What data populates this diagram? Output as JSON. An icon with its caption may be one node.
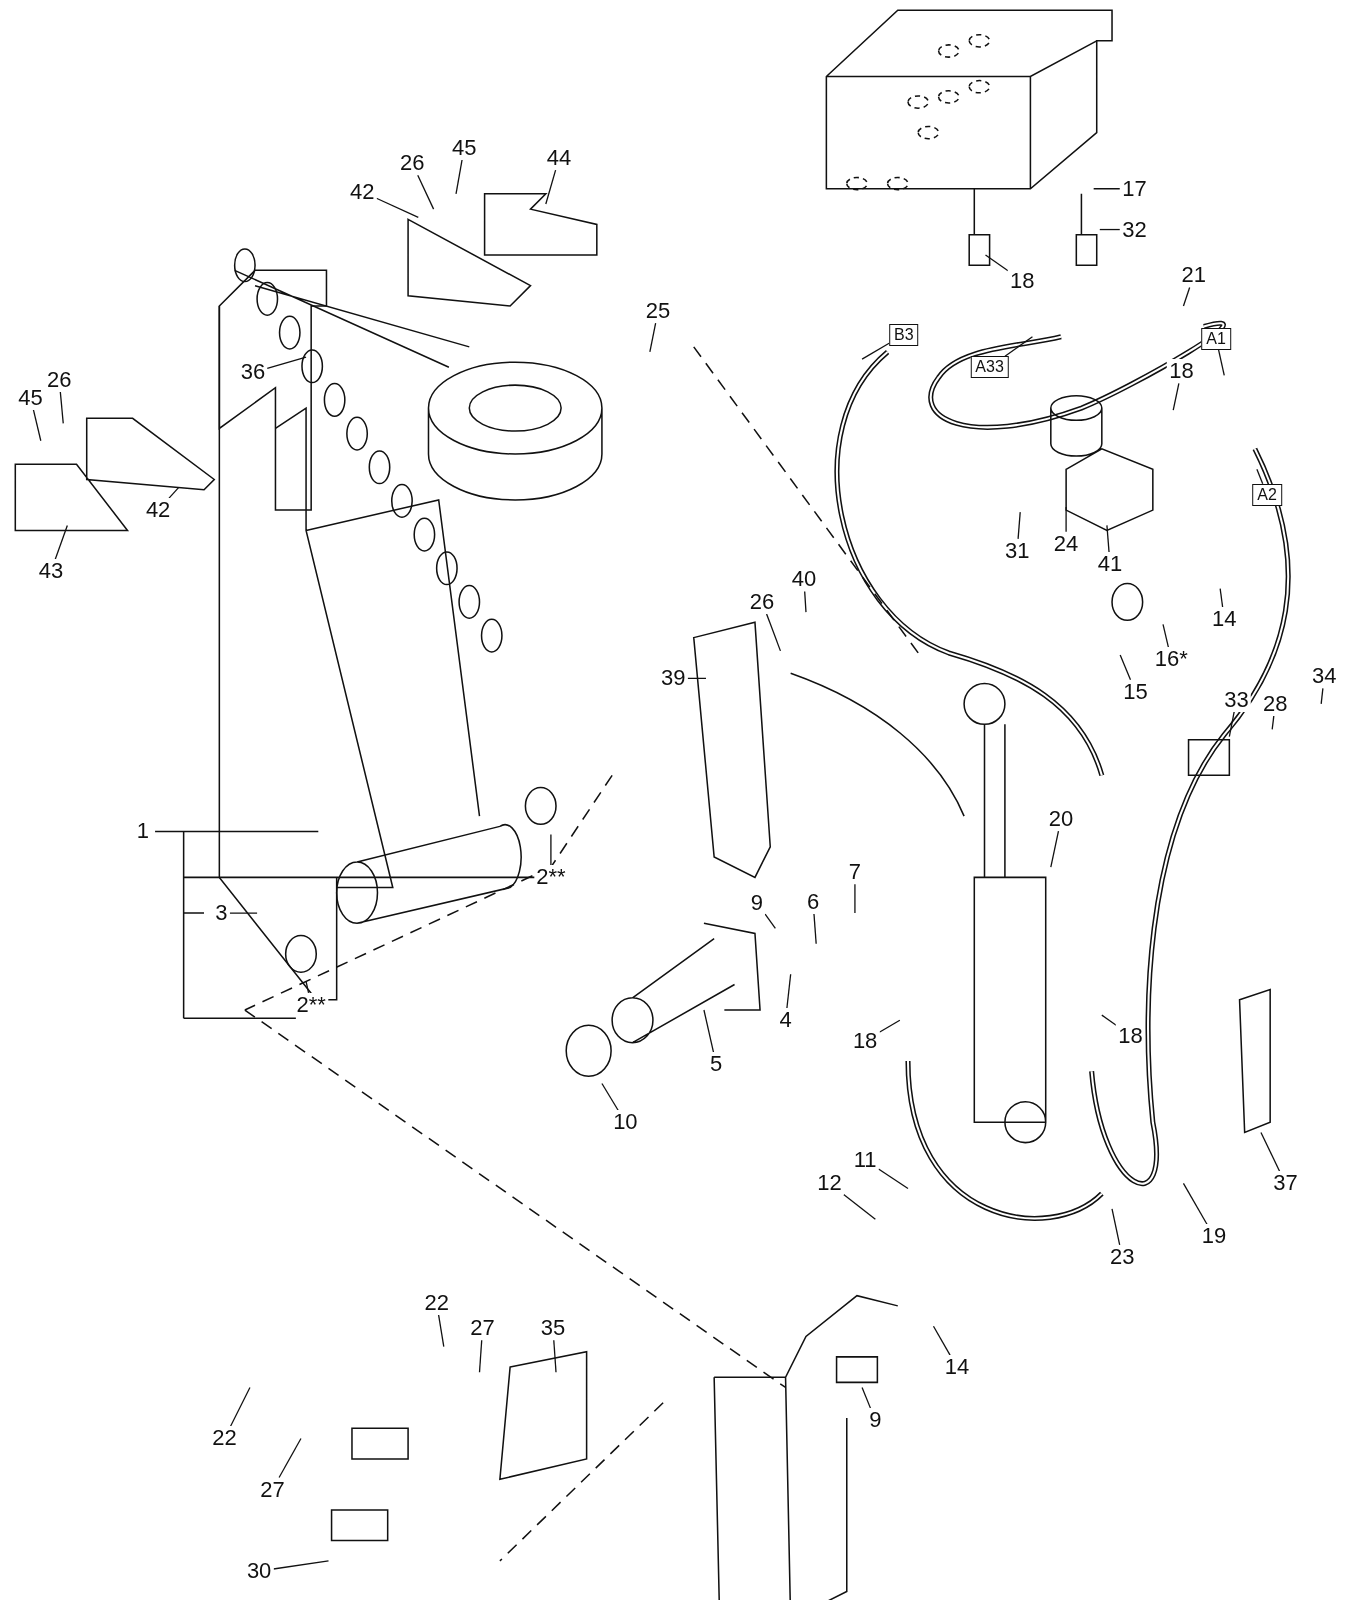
{
  "diagram": {
    "nodes": [
      {
        "text": [
          "44"
        ]
      },
      {
        "text": [
          "45"
        ]
      },
      {
        "text": [
          "26"
        ]
      },
      {
        "text": [
          "42"
        ]
      },
      {
        "text": [
          "25"
        ]
      },
      {
        "text": [
          "17"
        ]
      },
      {
        "text": [
          "32"
        ]
      },
      {
        "text": [
          "18"
        ]
      },
      {
        "text": [
          "21"
        ]
      },
      {
        "text": [
          "B3"
        ]
      },
      {
        "text": [
          "A33"
        ]
      },
      {
        "text": [
          "A1"
        ]
      },
      {
        "text": [
          "18"
        ]
      },
      {
        "text": [
          "A2"
        ]
      },
      {
        "text": [
          "36"
        ]
      },
      {
        "text": [
          "45"
        ]
      },
      {
        "text": [
          "26"
        ]
      },
      {
        "text": [
          "42"
        ]
      },
      {
        "text": [
          "43"
        ]
      },
      {
        "text": [
          "31"
        ]
      },
      {
        "text": [
          "24"
        ]
      },
      {
        "text": [
          "41"
        ]
      },
      {
        "text": [
          "40"
        ]
      },
      {
        "text": [
          "26"
        ]
      },
      {
        "text": [
          "39"
        ]
      },
      {
        "text": [
          "14"
        ]
      },
      {
        "text": [
          "16*"
        ]
      },
      {
        "text": [
          "15"
        ]
      },
      {
        "text": [
          "34"
        ]
      },
      {
        "text": [
          "28"
        ]
      },
      {
        "text": [
          "33"
        ]
      },
      {
        "text": [
          "20"
        ]
      },
      {
        "text": [
          "1"
        ]
      },
      {
        "text": [
          "2**"
        ]
      },
      {
        "text": [
          "3"
        ]
      },
      {
        "text": [
          "9"
        ]
      },
      {
        "text": [
          "6"
        ]
      },
      {
        "text": [
          "7"
        ]
      },
      {
        "text": [
          "4"
        ]
      },
      {
        "text": [
          "18"
        ]
      },
      {
        "text": [
          "18"
        ]
      },
      {
        "text": [
          "2**"
        ]
      },
      {
        "text": [
          "5"
        ]
      },
      {
        "text": [
          "10"
        ]
      },
      {
        "text": [
          "12"
        ]
      },
      {
        "text": [
          "11"
        ]
      },
      {
        "text": [
          "23"
        ]
      },
      {
        "text": [
          "19"
        ]
      },
      {
        "text": [
          "37"
        ]
      },
      {
        "text": [
          "22"
        ]
      },
      {
        "text": [
          "27"
        ]
      },
      {
        "text": [
          "35"
        ]
      },
      {
        "text": [
          "14"
        ]
      },
      {
        "text": [
          "9"
        ]
      },
      {
        "text": [
          "22"
        ]
      },
      {
        "text": [
          "27"
        ]
      },
      {
        "text": [
          "30"
        ]
      }
    ],
    "edges": [
      {
        "from": 0,
        "to": null,
        "arrow": "none"
      },
      {
        "from": 1,
        "to": null,
        "arrow": "none"
      },
      {
        "from": 2,
        "to": null,
        "arrow": "none"
      },
      {
        "from": 3,
        "to": null,
        "arrow": "none"
      },
      {
        "from": 4,
        "to": null,
        "arrow": "none"
      },
      {
        "from": 5,
        "to": null,
        "arrow": "none"
      },
      {
        "from": 6,
        "to": null,
        "arrow": "none"
      },
      {
        "from": 7,
        "to": null,
        "arrow": "none"
      },
      {
        "from": 8,
        "to": null,
        "arrow": "none"
      },
      {
        "from": 9,
        "to": null,
        "arrow": "none"
      },
      {
        "from": 10,
        "to": null,
        "arrow": "none"
      },
      {
        "from": 11,
        "to": null,
        "arrow": "none"
      },
      {
        "from": 12,
        "to": null,
        "arrow": "none"
      },
      {
        "from": 13,
        "to": null,
        "arrow": "none"
      },
      {
        "from": 14,
        "to": null,
        "arrow": "none"
      },
      {
        "from": 15,
        "to": null,
        "arrow": "none"
      },
      {
        "from": 16,
        "to": null,
        "arrow": "none"
      },
      {
        "from": 17,
        "to": null,
        "arrow": "none"
      },
      {
        "from": 18,
        "to": null,
        "arrow": "none"
      },
      {
        "from": 19,
        "to": null,
        "arrow": "none"
      },
      {
        "from": 20,
        "to": null,
        "arrow": "none"
      },
      {
        "from": 21,
        "to": null,
        "arrow": "none"
      },
      {
        "from": 22,
        "to": null,
        "arrow": "none"
      },
      {
        "from": 23,
        "to": null,
        "arrow": "none"
      },
      {
        "from": 24,
        "to": null,
        "arrow": "none"
      },
      {
        "from": 25,
        "to": null,
        "arrow": "none"
      },
      {
        "from": 26,
        "to": null,
        "arrow": "none"
      },
      {
        "from": 27,
        "to": null,
        "arrow": "none"
      },
      {
        "from": 28,
        "to": null,
        "arrow": "none"
      },
      {
        "from": 29,
        "to": null,
        "arrow": "none"
      },
      {
        "from": 30,
        "to": null,
        "arrow": "none"
      },
      {
        "from": 31,
        "to": null,
        "arrow": "none"
      },
      {
        "from": 33,
        "to": null,
        "arrow": "none"
      },
      {
        "from": 34,
        "to": null,
        "arrow": "none"
      },
      {
        "from": 35,
        "to": null,
        "arrow": "none"
      },
      {
        "from": 36,
        "to": null,
        "arrow": "none"
      },
      {
        "from": 37,
        "to": null,
        "arrow": "none"
      },
      {
        "from": 38,
        "to": null,
        "arrow": "none"
      },
      {
        "from": 39,
        "to": null,
        "arrow": "none"
      },
      {
        "from": 40,
        "to": null,
        "arrow": "none"
      },
      {
        "from": 41,
        "to": null,
        "arrow": "none"
      },
      {
        "from": 42,
        "to": null,
        "arrow": "none"
      },
      {
        "from": 43,
        "to": null,
        "arrow": "none"
      },
      {
        "from": 44,
        "to": null,
        "arrow": "none"
      },
      {
        "from": 45,
        "to": null,
        "arrow": "none"
      },
      {
        "from": 46,
        "to": null,
        "arrow": "none"
      },
      {
        "from": 47,
        "to": null,
        "arrow": "none"
      },
      {
        "from": 48,
        "to": null,
        "arrow": "none"
      },
      {
        "from": 49,
        "to": null,
        "arrow": "none"
      },
      {
        "from": 50,
        "to": null,
        "arrow": "none"
      },
      {
        "from": 51,
        "to": null,
        "arrow": "none"
      },
      {
        "from": 52,
        "to": null,
        "arrow": "none"
      },
      {
        "from": 53,
        "to": null,
        "arrow": "none"
      },
      {
        "from": 54,
        "to": null,
        "arrow": "none"
      },
      {
        "from": 55,
        "to": null,
        "arrow": "none"
      },
      {
        "from": 56,
        "to": null,
        "arrow": "none"
      }
    ]
  }
}
